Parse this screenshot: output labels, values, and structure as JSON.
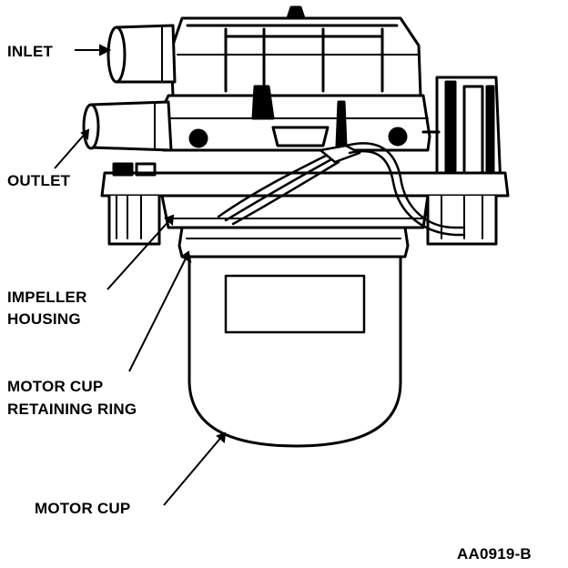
{
  "labels": {
    "inlet": "INLET",
    "outlet": "OUTLET",
    "impeller_line1": "IMPELLER",
    "impeller_line2": "HOUSING",
    "retaining_line1": "MOTOR CUP",
    "retaining_line2": "RETAINING RING",
    "motor_cup": "MOTOR CUP"
  },
  "figure_code": "AA0919-B",
  "colors": {
    "ink": "#000000",
    "paper": "#ffffff"
  }
}
